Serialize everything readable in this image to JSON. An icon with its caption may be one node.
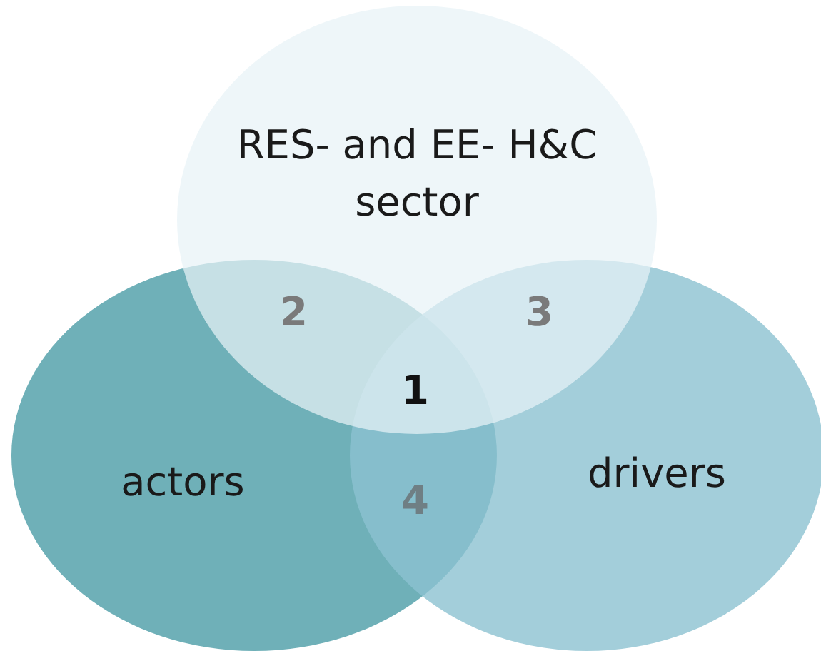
{
  "diagram": {
    "nodes": [
      {
        "text": [
          "RES- and EE- H&C sector"
        ]
      },
      {
        "text": [
          "actors"
        ]
      },
      {
        "text": [
          "drivers"
        ]
      }
    ],
    "labels": [
      "2",
      "3",
      "1",
      "4"
    ]
  }
}
